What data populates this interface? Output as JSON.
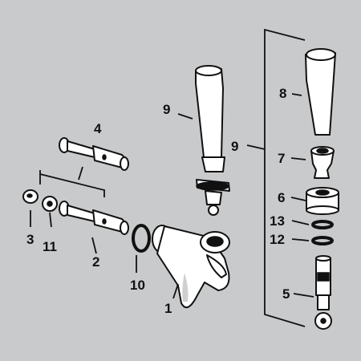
{
  "diagram": {
    "background_color": "#c9cacb",
    "line_color": "#111111",
    "part_fill_color": "#ffffff",
    "labels": {
      "l1": "1",
      "l2": "2",
      "l3": "3",
      "l4": "4",
      "l5": "5",
      "l6": "6",
      "l7": "7",
      "l8": "8",
      "l9_left": "9",
      "l9_right": "9",
      "l10": "10",
      "l11": "11",
      "l12": "12",
      "l13": "13"
    }
  }
}
